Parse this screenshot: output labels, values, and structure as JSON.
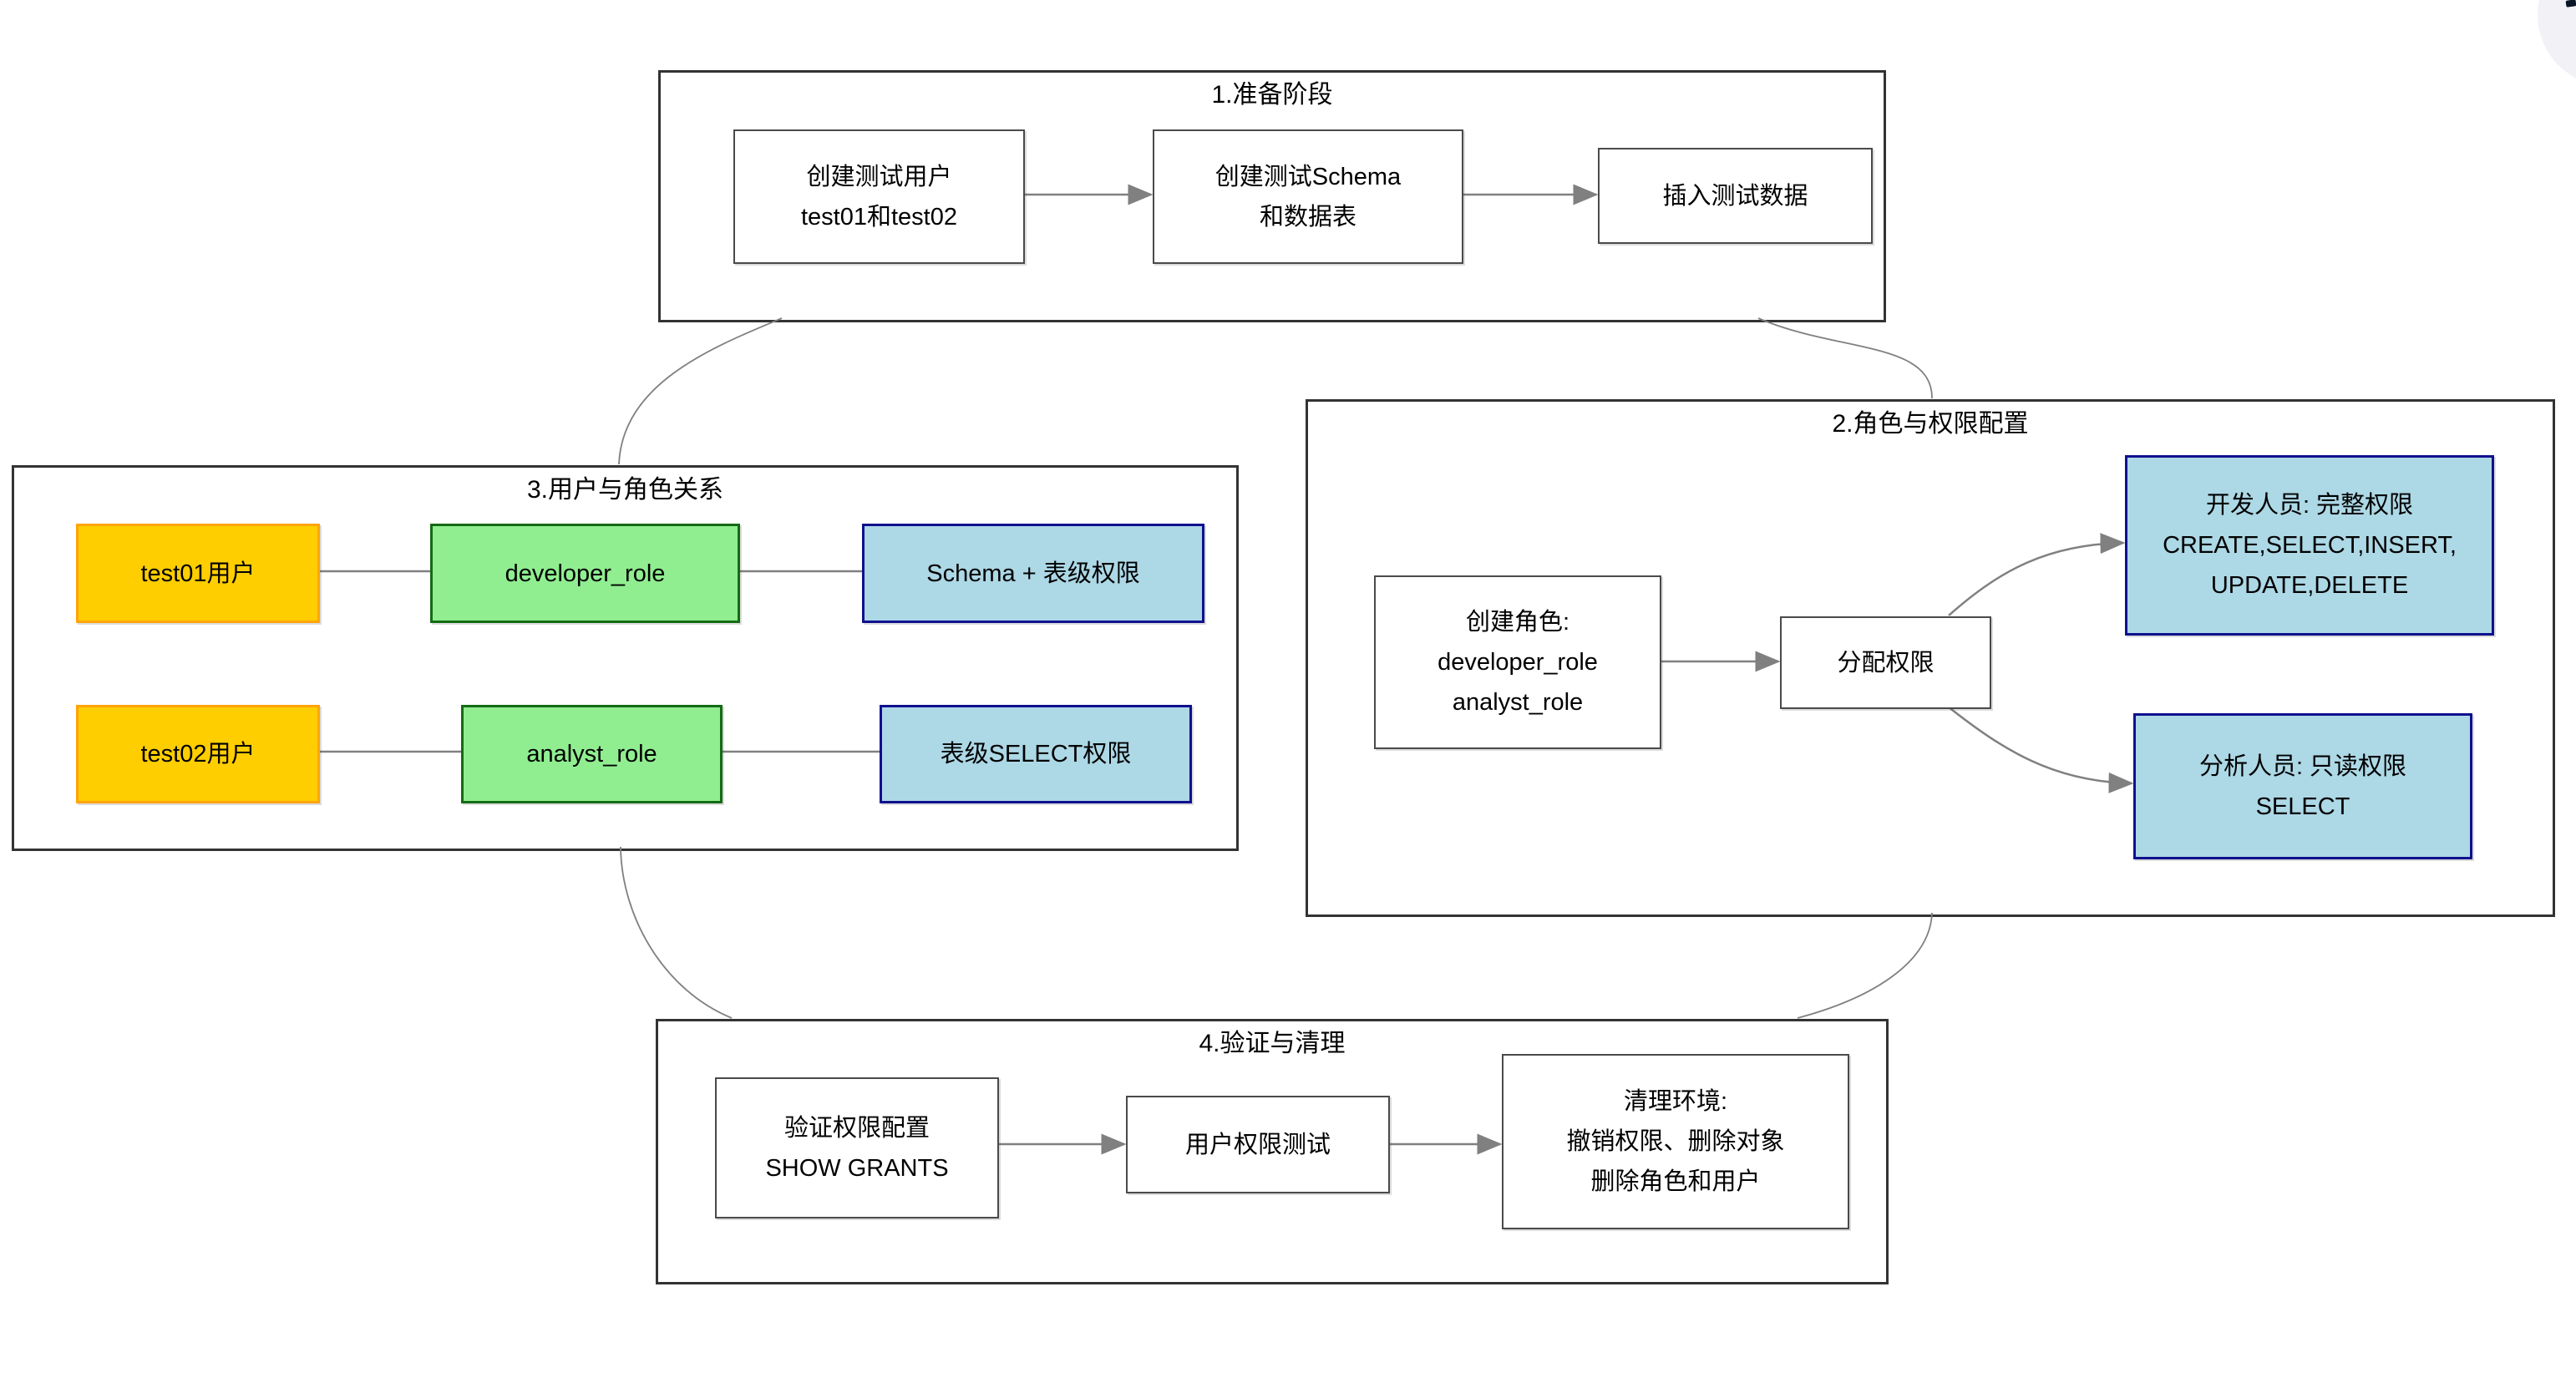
{
  "colors": {
    "frame": "#333333",
    "node_border": "#4a4a4a",
    "connector": "#808080",
    "user_fill": "#ffce00",
    "user_border": "#ffa40b",
    "role_fill": "#90ee90",
    "role_border": "#156b15",
    "perm_fill": "#add8e6",
    "perm_border": "#10108e"
  },
  "sections": {
    "s1": {
      "title": "1.准备阶段",
      "nodes": {
        "create_users": {
          "lines": [
            "创建测试用户",
            "test01和test02"
          ]
        },
        "create_schema": {
          "lines": [
            "创建测试Schema",
            "和数据表"
          ]
        },
        "insert_data": {
          "lines": [
            "插入测试数据"
          ]
        }
      }
    },
    "s2": {
      "title": "2.角色与权限配置",
      "nodes": {
        "create_roles": {
          "lines": [
            "创建角色:",
            "developer_role",
            "analyst_role"
          ]
        },
        "assign": {
          "lines": [
            "分配权限"
          ]
        },
        "dev_perm": {
          "lines": [
            "开发人员: 完整权限",
            "CREATE,SELECT,INSERT,",
            "UPDATE,DELETE"
          ]
        },
        "analyst_perm": {
          "lines": [
            "分析人员: 只读权限",
            "SELECT"
          ]
        }
      }
    },
    "s3": {
      "title": "3.用户与角色关系",
      "nodes": {
        "user1": {
          "lines": [
            "test01用户"
          ]
        },
        "role1": {
          "lines": [
            "developer_role"
          ]
        },
        "perm1": {
          "lines": [
            "Schema + 表级权限"
          ]
        },
        "user2": {
          "lines": [
            "test02用户"
          ]
        },
        "role2": {
          "lines": [
            "analyst_role"
          ]
        },
        "perm2": {
          "lines": [
            "表级SELECT权限"
          ]
        }
      }
    },
    "s4": {
      "title": "4.验证与清理",
      "nodes": {
        "verify": {
          "lines": [
            "验证权限配置",
            "SHOW GRANTS"
          ]
        },
        "test": {
          "lines": [
            "用户权限测试"
          ]
        },
        "cleanup": {
          "lines": [
            "清理环境:",
            "撤销权限、删除对象",
            "删除角色和用户"
          ]
        }
      }
    }
  }
}
